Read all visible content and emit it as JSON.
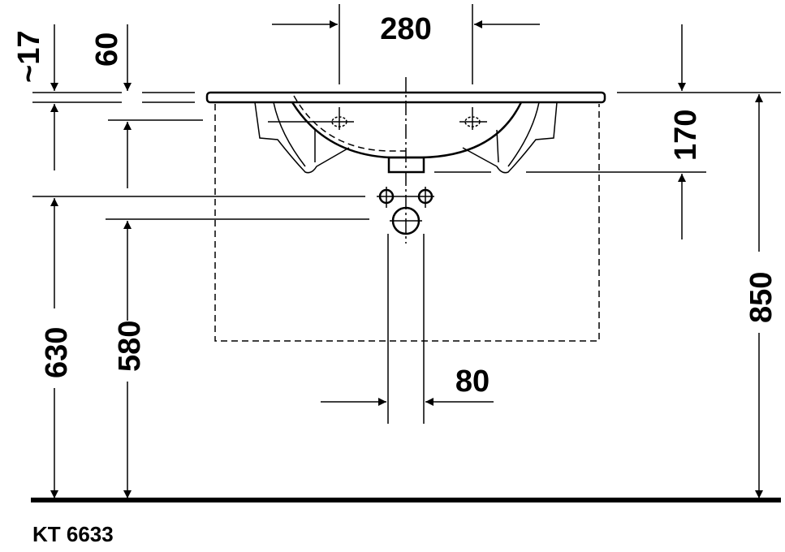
{
  "drawing": {
    "model_code": "KT 6633",
    "dimensions": {
      "overflow_offset": "~17",
      "rim_to_tap_hole": "60",
      "tap_hole_spacing": "280",
      "basin_depth": "170",
      "height_total": "850",
      "supply_height": "630",
      "waste_height": "580",
      "waste_spacing": "80"
    }
  }
}
